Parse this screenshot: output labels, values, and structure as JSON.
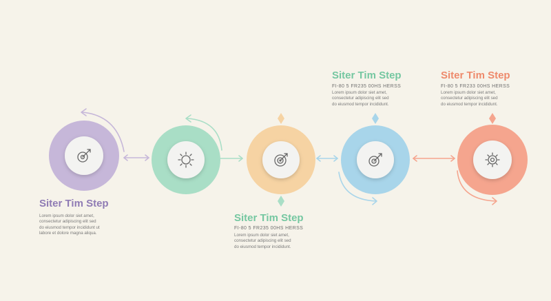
{
  "colors": {
    "background": "#f6f3ea",
    "purple": "#c6b7d9",
    "green": "#a9dec6",
    "orange": "#f6d3a3",
    "blue": "#a8d5ea",
    "coral": "#f5a58e",
    "purple_text": "#8f7bb4",
    "green_text": "#75c7a1",
    "orange_text": "#e9b979",
    "coral_text": "#ee8a6c"
  },
  "steps": [
    {
      "color": "purple",
      "icon": "target-arrow-icon",
      "title": "Siter Tim Step",
      "subtitle": "",
      "body": [
        "Lorem ipsum dolor siet amet,",
        "consectetur adipiscing elit sed",
        "do eiusmod tempor incididunt ut",
        "labore et dolore magna aliqua."
      ]
    },
    {
      "color": "green",
      "icon": "sun-gear-icon",
      "title": "",
      "subtitle": "",
      "body": []
    },
    {
      "color": "orange",
      "icon": "dartboard-icon",
      "title": "Siter Tim Step",
      "subtitle": "FI-80 5 FR235  00HS HERSS",
      "body": [
        "Lorem ipsum dolor siet amet,",
        "consectetur adipiscing elit sed",
        "do eiusmod tempor incididunt."
      ]
    },
    {
      "color": "blue",
      "icon": "target-arrow-icon",
      "title": "Siter Tim Step",
      "subtitle": "FI-80 5 FR235  00HS HERSS",
      "body": [
        "Lorem ipsum dolor siet amet,",
        "consectetur adipiscing elit sed",
        "do eiusmod tempor incididunt."
      ]
    },
    {
      "color": "coral",
      "icon": "gear-icon",
      "title": "Siter Tim Step",
      "subtitle": "FI-80 5 FR233  00HS HERSS",
      "body": [
        "Lorem ipsum dolor siet amet,",
        "consectetur adipiscing elit sed",
        "do eiusmod tempor incididunt."
      ]
    }
  ]
}
